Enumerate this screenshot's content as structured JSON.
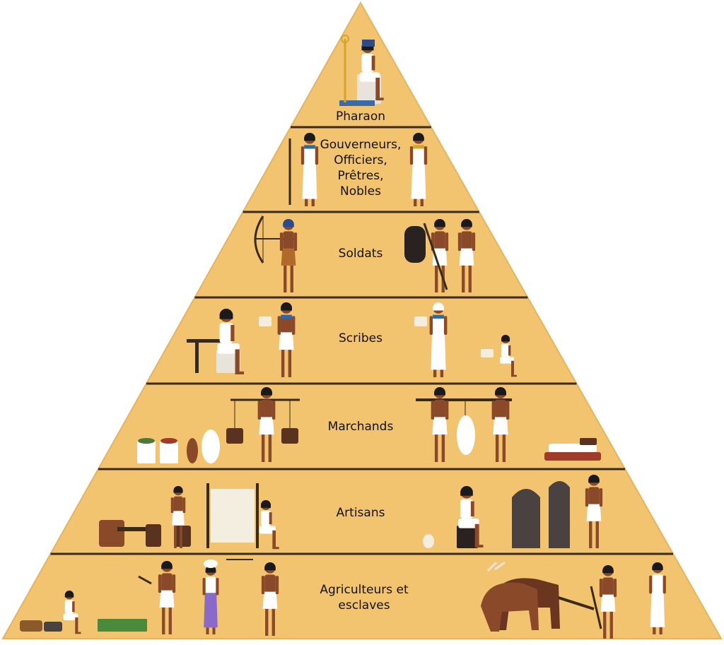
{
  "pyramid": {
    "fill_color": "#f2c46f",
    "edge_color": "#e6b45c",
    "divider_color": "#3a2a1a",
    "skin_color": "#8a4a2a",
    "cloth_color": "#ffffff",
    "hair_color": "#1a1a1a",
    "tiers": [
      {
        "label_lines": [
          "Pharaon"
        ]
      },
      {
        "label_lines": [
          "Gouverneurs,",
          "Officiers,",
          "Prêtres,",
          "Nobles"
        ]
      },
      {
        "label_lines": [
          "Soldats"
        ]
      },
      {
        "label_lines": [
          "Scribes"
        ]
      },
      {
        "label_lines": [
          "Marchands"
        ]
      },
      {
        "label_lines": [
          "Artisans"
        ]
      },
      {
        "label_lines": [
          "Agriculteurs et",
          "esclaves"
        ]
      }
    ]
  }
}
